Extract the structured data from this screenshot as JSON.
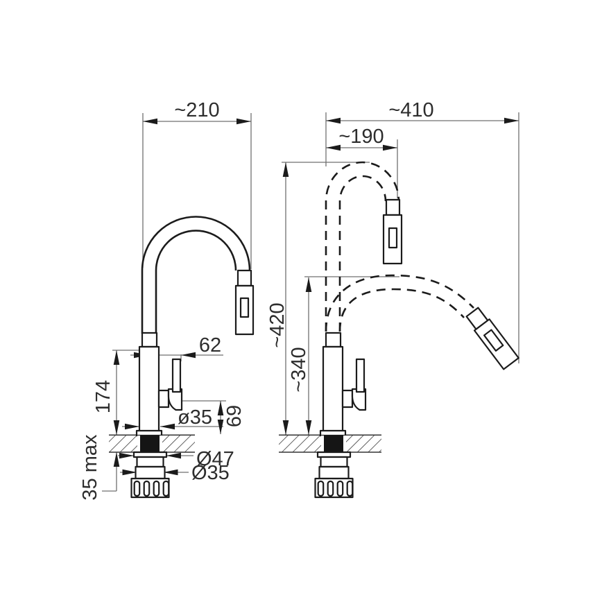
{
  "drawing": {
    "left_view": {
      "dims": {
        "spout_reach": "~210",
        "body_height": "174",
        "handle_offset": "62",
        "body_diameter": "ø35",
        "handle_height": "69",
        "flange_diameter": "Ø47",
        "shank_diameter": "Ø35",
        "deck_thickness": "35 max"
      }
    },
    "right_view": {
      "dims": {
        "overall_reach": "~410",
        "spout_reach": "~190",
        "overall_height": "~420",
        "spout_height": "~340"
      }
    },
    "colors": {
      "background": "#ffffff",
      "outline": "#1b1b1b",
      "dimension_line": "#6f6f6f",
      "text": "#2d2d2d",
      "deck_line": "#333333"
    }
  }
}
